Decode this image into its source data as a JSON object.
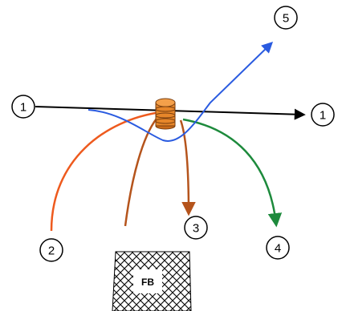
{
  "markers": {
    "m1_left": "1",
    "m1_right": "1",
    "m2": "2",
    "m3": "3",
    "m4": "4",
    "m5": "5"
  },
  "goal_label": "FB",
  "colors": {
    "route_1": "#000000",
    "route_2": "#ee5a1e",
    "route_3": "#b5541c",
    "route_4": "#1d8a3c",
    "route_5": "#2a5be0",
    "cone": "#e6862a"
  },
  "icons": [
    "cone-icon",
    "goal-net-icon"
  ]
}
